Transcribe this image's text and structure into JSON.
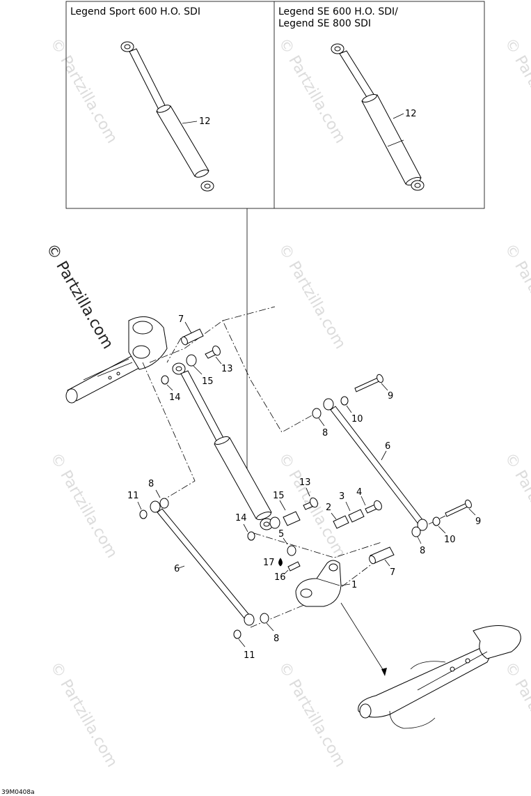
{
  "boxes": {
    "left_title": "Legend Sport 600 H.O. SDI",
    "right_title_line1": "Legend SE 600 H.O. SDI/",
    "right_title_line2": "Legend SE 800 SDI"
  },
  "callouts": {
    "c1": "1",
    "c2": "2",
    "c3": "3",
    "c4": "4",
    "c5": "5",
    "c6": "6",
    "c7": "7",
    "c8": "8",
    "c9": "9",
    "c10": "10",
    "c11": "11",
    "c12": "12",
    "c13": "13",
    "c14": "14",
    "c15": "15",
    "c16": "16",
    "c17": "17"
  },
  "watermark": {
    "text": "© Partzilla.com"
  },
  "figure_code": "39M0408a"
}
